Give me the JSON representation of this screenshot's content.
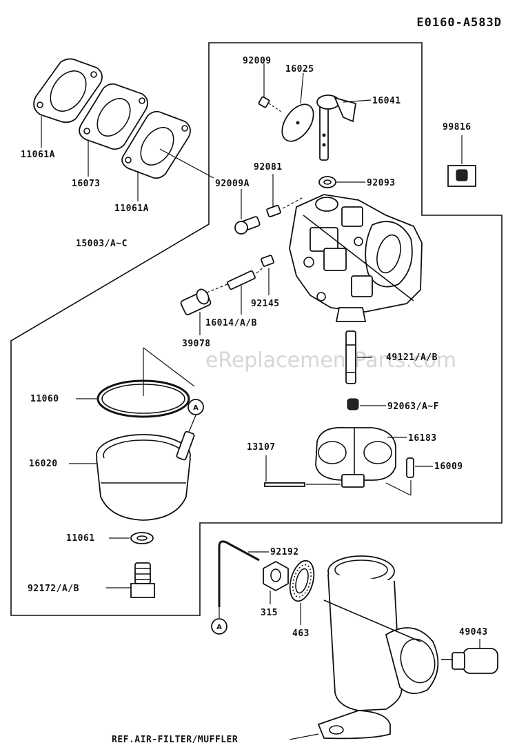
{
  "diagram_code": "E0160-A583D",
  "watermark": "eReplacementParts.com",
  "reference_note": "REF.AIR-FILTER/MUFFLER",
  "ref_marker": "A",
  "parts": {
    "p92009": "92009",
    "p16025": "16025",
    "p16041": "16041",
    "p99816": "99816",
    "p11061A_top": "11061A",
    "p16073": "16073",
    "p11061A_bottom": "11061A",
    "p92009A": "92009A",
    "p92081": "92081",
    "p92093": "92093",
    "p15003": "15003/A~C",
    "p92145": "92145",
    "p16014": "16014/A/B",
    "p39078": "39078",
    "p49121": "49121/A/B",
    "p11060": "11060",
    "p92063": "92063/A~F",
    "p13107": "13107",
    "p16183": "16183",
    "p16020": "16020",
    "p16009": "16009",
    "p11061": "11061",
    "p92192": "92192",
    "p92172": "92172/A/B",
    "p315": "315",
    "p463": "463",
    "p49043": "49043"
  }
}
